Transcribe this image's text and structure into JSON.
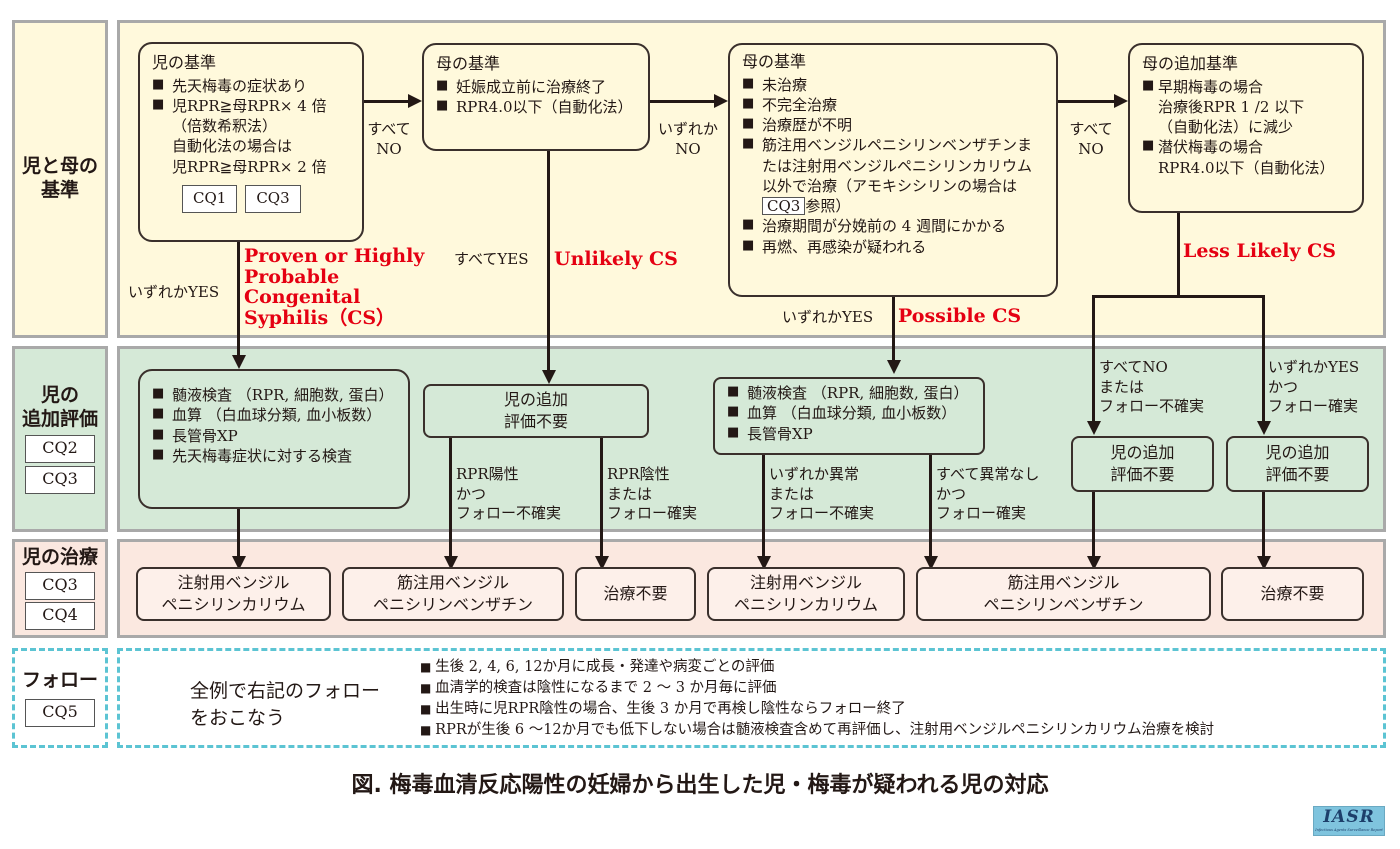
{
  "rows": {
    "criteria": {
      "label_line1": "児と母の",
      "label_line2": "基準"
    },
    "evaluation": {
      "label_line1": "児の",
      "label_line2": "追加評価",
      "cq": [
        "CQ2",
        "CQ3"
      ]
    },
    "treatment": {
      "label": "児の治療",
      "cq": [
        "CQ3",
        "CQ4"
      ]
    },
    "follow": {
      "label": "フォロー",
      "cq": [
        "CQ5"
      ]
    }
  },
  "colors": {
    "criteria_band": "#fff9dc",
    "evaluation_band": "#d5e9d7",
    "treatment_band": "#fbe8e0",
    "follow_border": "#5cc4d3",
    "band_border": "#a9a9a9",
    "category_red": "#e50012"
  },
  "child_criteria": {
    "title": "児の基準",
    "items": [
      "先天梅毒の症状あり",
      "児RPR≧母RPR× 4 倍"
    ],
    "sub": [
      "（倍数希釈法）",
      "自動化法の場合は",
      "児RPR≧母RPR× 2 倍"
    ],
    "cq": [
      "CQ1",
      "CQ3"
    ]
  },
  "mother_criteria_1": {
    "title": "母の基準",
    "items": [
      "妊娠成立前に治療終了",
      "RPR4.0以下（自動化法）"
    ]
  },
  "mother_criteria_2": {
    "title": "母の基準",
    "items": [
      "未治療",
      "不完全治療",
      "治療歴が不明"
    ],
    "item4_text": "筋注用ベンジルペニシリンベンザチンまたは注射用ベンジルペニシリンカリウム以外で治療（アモキシシリンの場合は",
    "item4_cq": "CQ3",
    "item4_tail": "参照）",
    "items_after": [
      "治療期間が分娩前の 4 週間にかかる",
      "再燃、再感染が疑われる"
    ]
  },
  "mother_additional": {
    "title": "母の追加基準",
    "items": [
      {
        "head": "早期梅毒の場合",
        "sub": [
          "治療後RPR 1 /2 以下",
          "（自動化法）に減少"
        ]
      },
      {
        "head": "潜伏梅毒の場合",
        "sub": [
          "RPR4.0以下（自動化法）"
        ]
      }
    ]
  },
  "edges": {
    "all_no_1": [
      "すべて",
      "NO"
    ],
    "any_no": [
      "いずれか",
      "NO"
    ],
    "all_no_2": [
      "すべて",
      "NO"
    ],
    "any_yes_1": "いずれかYES",
    "all_yes": "すべてYES",
    "any_yes_2": "いずれかYES",
    "rpr_pos": [
      "RPR陽性",
      "かつ",
      "フォロー不確実"
    ],
    "rpr_neg": [
      "RPR陰性",
      "または",
      "フォロー確実"
    ],
    "any_abnormal": [
      "いずれか異常",
      "または",
      "フォロー不確実"
    ],
    "all_normal": [
      "すべて異常なし",
      "かつ",
      "フォロー確実"
    ],
    "ll_all_no": [
      "すべてNO",
      "または",
      "フォロー不確実"
    ],
    "ll_any_yes": [
      "いずれかYES",
      "かつ",
      "フォロー確実"
    ]
  },
  "categories": {
    "proven": [
      "Proven or Highly",
      "Probable",
      "Congenital",
      "Syphilis（CS）"
    ],
    "unlikely": "Unlikely CS",
    "possible": "Possible CS",
    "less_likely": "Less Likely CS"
  },
  "evaluations": {
    "full": [
      "髄液検査 （RPR, 細胞数, 蛋白）",
      "血算 （白血球分類, 血小板数）",
      "長管骨XP",
      "先天梅毒症状に対する検査"
    ],
    "partial": [
      "髄液検査 （RPR, 細胞数, 蛋白）",
      "血算 （白血球分類, 血小板数）",
      "長管骨XP"
    ],
    "not_needed": [
      "児の追加",
      "評価不要"
    ]
  },
  "treatments": {
    "pcg_k": [
      "注射用ベンジル",
      "ペニシリンカリウム"
    ],
    "bpg": [
      "筋注用ベンジル",
      "ペニシリンベンザチン"
    ],
    "none": "治療不要"
  },
  "follow": {
    "summary": [
      "全例で右記のフォロー",
      "をおこなう"
    ],
    "items": [
      "生後 2, 4, 6, 12か月に成長・発達や病変ごとの評価",
      "血清学的検査は陰性になるまで 2 ～ 3 か月毎に評価",
      "出生時に児RPR陰性の場合、生後 3 か月で再検し陰性ならフォロー終了",
      "RPRが生後 6 ～12か月でも低下しない場合は髄液検査含めて再評価し、注射用ベンジルペニシリンカリウム治療を検討"
    ]
  },
  "figure_title": "図. 梅毒血清反応陽性の妊婦から出生した児・梅毒が疑われる児の対応",
  "logo": {
    "text": "IASR",
    "subtitle": "Infectious Agents Surveillance Report"
  }
}
